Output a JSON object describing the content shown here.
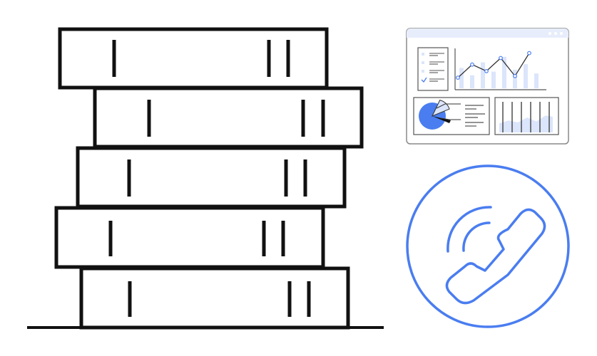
{
  "palette": {
    "ink": "#111111",
    "accent": "#4a7df0",
    "accent_light": "#dbe5fb",
    "panel_fill": "#ffffff",
    "panel_header": "#e7edfb",
    "panel_border": "#8a8a8a"
  },
  "illustration": {
    "stack": {
      "icon": "book-stack-icon",
      "book_count": 5
    },
    "dashboard": {
      "icon": "analytics-dashboard-icon",
      "window_dots": 3,
      "checklist_rows": 4,
      "bar_levels": [
        0.55,
        0.35,
        0.7,
        0.45,
        0.85,
        0.5,
        0.65,
        0.4
      ],
      "line_points": [
        0.15,
        0.55,
        0.35,
        0.75,
        0.2,
        0.9
      ],
      "pie_highlight_fraction": 0.1,
      "column_levels": [
        0.45,
        0.6,
        0.5,
        0.75,
        0.55,
        0.85
      ]
    },
    "phone": {
      "icon": "phone-call-icon"
    }
  }
}
